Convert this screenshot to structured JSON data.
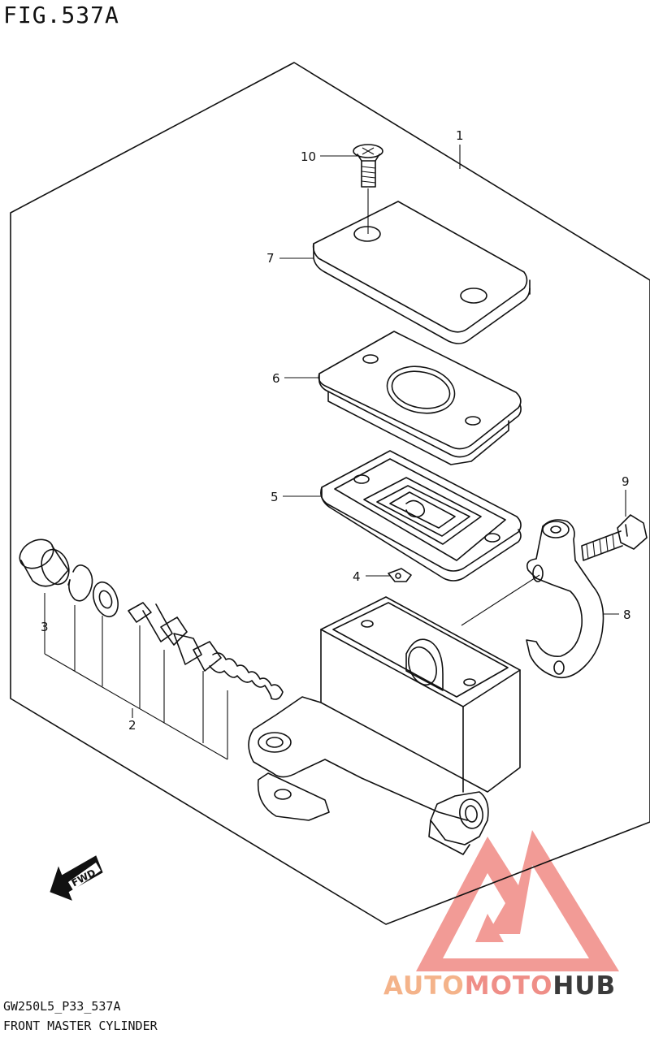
{
  "figure": {
    "title": "FIG.537A",
    "code": "GW250L5_P33_537A",
    "name": "FRONT MASTER CYLINDER"
  },
  "callouts": [
    {
      "id": "c1",
      "label": "1"
    },
    {
      "id": "c2",
      "label": "2"
    },
    {
      "id": "c3",
      "label": "3"
    },
    {
      "id": "c4",
      "label": "4"
    },
    {
      "id": "c5",
      "label": "5"
    },
    {
      "id": "c6",
      "label": "6"
    },
    {
      "id": "c7",
      "label": "7"
    },
    {
      "id": "c8",
      "label": "8"
    },
    {
      "id": "c9",
      "label": "9"
    },
    {
      "id": "c10",
      "label": "10"
    }
  ],
  "fwd_label": "FWD",
  "watermark": {
    "part1": "AUTO",
    "part2": "MOTO",
    "part3": "HUB",
    "color_light": "#f4b38a",
    "color_red": "#ef8e87",
    "color_dark": "#3a3a3a"
  }
}
